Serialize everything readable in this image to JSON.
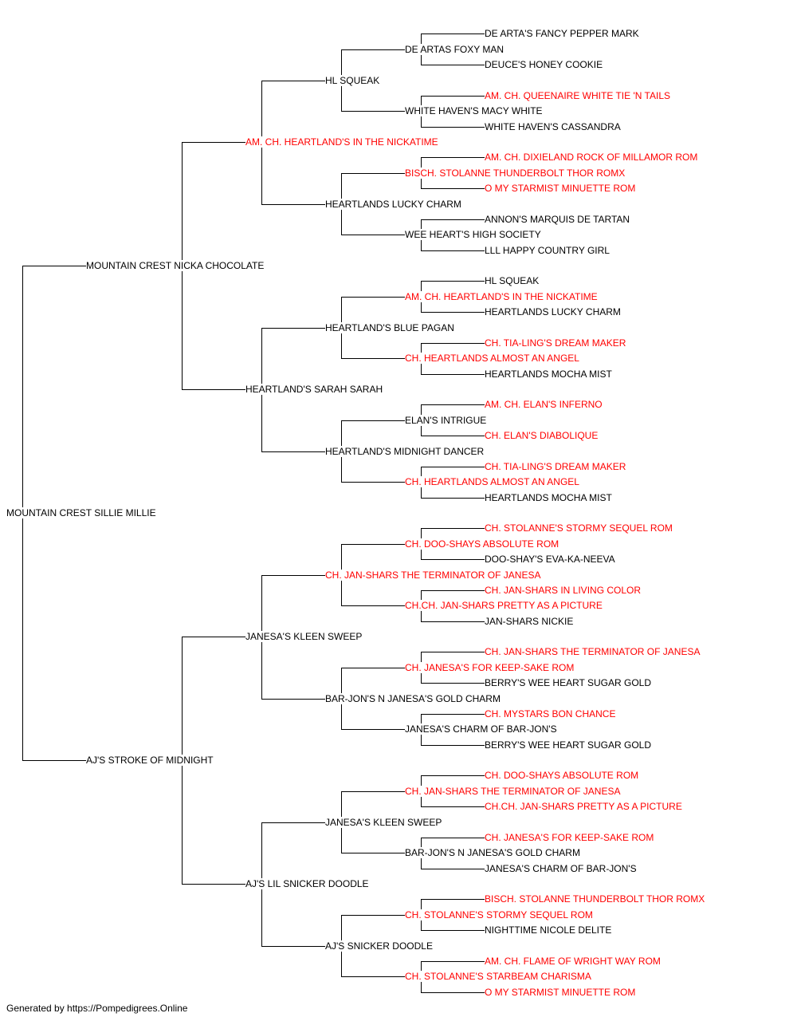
{
  "colors": {
    "champion": "#ff0000",
    "regular": "#000000",
    "line": "#000000"
  },
  "pedigree": {
    "name": "MOUNTAIN CREST SILLIE MILLIE",
    "champion": false,
    "sire": {
      "name": "MOUNTAIN CREST NICKA CHOCOLATE",
      "champion": false,
      "sire": {
        "name": "AM. CH. HEARTLAND'S IN THE NICKATIME",
        "champion": true,
        "sire": {
          "name": "HL SQUEAK",
          "champion": false,
          "sire": {
            "name": "DE ARTAS FOXY MAN",
            "champion": false,
            "sire": {
              "name": "DE ARTA'S FANCY PEPPER MARK",
              "champion": false
            },
            "dam": {
              "name": "DEUCE'S HONEY COOKIE",
              "champion": false
            }
          },
          "dam": {
            "name": "WHITE HAVEN'S MACY WHITE",
            "champion": false,
            "sire": {
              "name": "AM. CH. QUEENAIRE WHITE TIE 'N TAILS",
              "champion": true
            },
            "dam": {
              "name": "WHITE HAVEN'S CASSANDRA",
              "champion": false
            }
          }
        },
        "dam": {
          "name": "HEARTLANDS LUCKY CHARM",
          "champion": false,
          "sire": {
            "name": "BISCH. STOLANNE THUNDERBOLT THOR ROMX",
            "champion": true,
            "sire": {
              "name": "AM. CH. DIXIELAND ROCK OF MILLAMOR ROM",
              "champion": true
            },
            "dam": {
              "name": "O MY STARMIST MINUETTE ROM",
              "champion": true
            }
          },
          "dam": {
            "name": "WEE HEART'S HIGH SOCIETY",
            "champion": false,
            "sire": {
              "name": "ANNON'S MARQUIS DE TARTAN",
              "champion": false
            },
            "dam": {
              "name": "LLL HAPPY COUNTRY GIRL",
              "champion": false
            }
          }
        }
      },
      "dam": {
        "name": "HEARTLAND'S SARAH SARAH",
        "champion": false,
        "sire": {
          "name": "HEARTLAND'S BLUE PAGAN",
          "champion": false,
          "sire": {
            "name": "AM. CH. HEARTLAND'S IN THE NICKATIME",
            "champion": true,
            "sire": {
              "name": "HL SQUEAK",
              "champion": false
            },
            "dam": {
              "name": "HEARTLANDS LUCKY CHARM",
              "champion": false
            }
          },
          "dam": {
            "name": "CH. HEARTLANDS ALMOST AN ANGEL",
            "champion": true,
            "sire": {
              "name": "CH. TIA-LING'S DREAM MAKER",
              "champion": true
            },
            "dam": {
              "name": "HEARTLANDS MOCHA MIST",
              "champion": false
            }
          }
        },
        "dam": {
          "name": "HEARTLAND'S MIDNIGHT DANCER",
          "champion": false,
          "sire": {
            "name": "ELAN'S INTRIGUE",
            "champion": false,
            "sire": {
              "name": "AM. CH. ELAN'S INFERNO",
              "champion": true
            },
            "dam": {
              "name": "CH. ELAN'S DIABOLIQUE",
              "champion": true
            }
          },
          "dam": {
            "name": "CH. HEARTLANDS ALMOST AN ANGEL",
            "champion": true,
            "sire": {
              "name": "CH. TIA-LING'S DREAM MAKER",
              "champion": true
            },
            "dam": {
              "name": "HEARTLANDS MOCHA MIST",
              "champion": false
            }
          }
        }
      }
    },
    "dam": {
      "name": "AJ'S STROKE OF MIDNIGHT",
      "champion": false,
      "sire": {
        "name": "JANESA'S KLEEN SWEEP",
        "champion": false,
        "sire": {
          "name": "CH. JAN-SHARS THE TERMINATOR OF JANESA",
          "champion": true,
          "sire": {
            "name": "CH. DOO-SHAYS ABSOLUTE ROM",
            "champion": true,
            "sire": {
              "name": "CH. STOLANNE'S STORMY SEQUEL ROM",
              "champion": true
            },
            "dam": {
              "name": "DOO-SHAY'S EVA-KA-NEEVA",
              "champion": false
            }
          },
          "dam": {
            "name": "CH.CH. JAN-SHARS PRETTY AS A PICTURE",
            "champion": true,
            "sire": {
              "name": "CH. JAN-SHARS IN LIVING COLOR",
              "champion": true
            },
            "dam": {
              "name": "JAN-SHARS NICKIE",
              "champion": false
            }
          }
        },
        "dam": {
          "name": "BAR-JON'S N JANESA'S GOLD CHARM",
          "champion": false,
          "sire": {
            "name": "CH. JANESA'S FOR KEEP-SAKE ROM",
            "champion": true,
            "sire": {
              "name": "CH. JAN-SHARS THE TERMINATOR OF JANESA",
              "champion": true
            },
            "dam": {
              "name": "BERRY'S WEE HEART SUGAR GOLD",
              "champion": false
            }
          },
          "dam": {
            "name": "JANESA'S CHARM OF BAR-JON'S",
            "champion": false,
            "sire": {
              "name": "CH. MYSTARS BON CHANCE",
              "champion": true
            },
            "dam": {
              "name": "BERRY'S WEE HEART SUGAR GOLD",
              "champion": false
            }
          }
        }
      },
      "dam": {
        "name": "AJ'S LIL SNICKER DOODLE",
        "champion": false,
        "sire": {
          "name": "JANESA'S KLEEN SWEEP",
          "champion": false,
          "sire": {
            "name": "CH. JAN-SHARS THE TERMINATOR OF JANESA",
            "champion": true,
            "sire": {
              "name": "CH. DOO-SHAYS ABSOLUTE ROM",
              "champion": true
            },
            "dam": {
              "name": "CH.CH. JAN-SHARS PRETTY AS A PICTURE",
              "champion": true
            }
          },
          "dam": {
            "name": "BAR-JON'S N JANESA'S GOLD CHARM",
            "champion": false,
            "sire": {
              "name": "CH. JANESA'S FOR KEEP-SAKE ROM",
              "champion": true
            },
            "dam": {
              "name": "JANESA'S CHARM OF BAR-JON'S",
              "champion": false
            }
          }
        },
        "dam": {
          "name": "AJ'S SNICKER DOODLE",
          "champion": false,
          "sire": {
            "name": "CH. STOLANNE'S STORMY SEQUEL ROM",
            "champion": true,
            "sire": {
              "name": "BISCH. STOLANNE THUNDERBOLT THOR ROMX",
              "champion": true
            },
            "dam": {
              "name": "NIGHTTIME NICOLE DELITE",
              "champion": false
            }
          },
          "dam": {
            "name": "CH. STOLANNE'S STARBEAM CHARISMA",
            "champion": true,
            "sire": {
              "name": "AM. CH. FLAME OF WRIGHT WAY ROM",
              "champion": true
            },
            "dam": {
              "name": "O MY STARMIST MINUETTE ROM",
              "champion": true
            }
          }
        }
      }
    }
  },
  "footer": "Generated by https://Pompedigrees.Online"
}
